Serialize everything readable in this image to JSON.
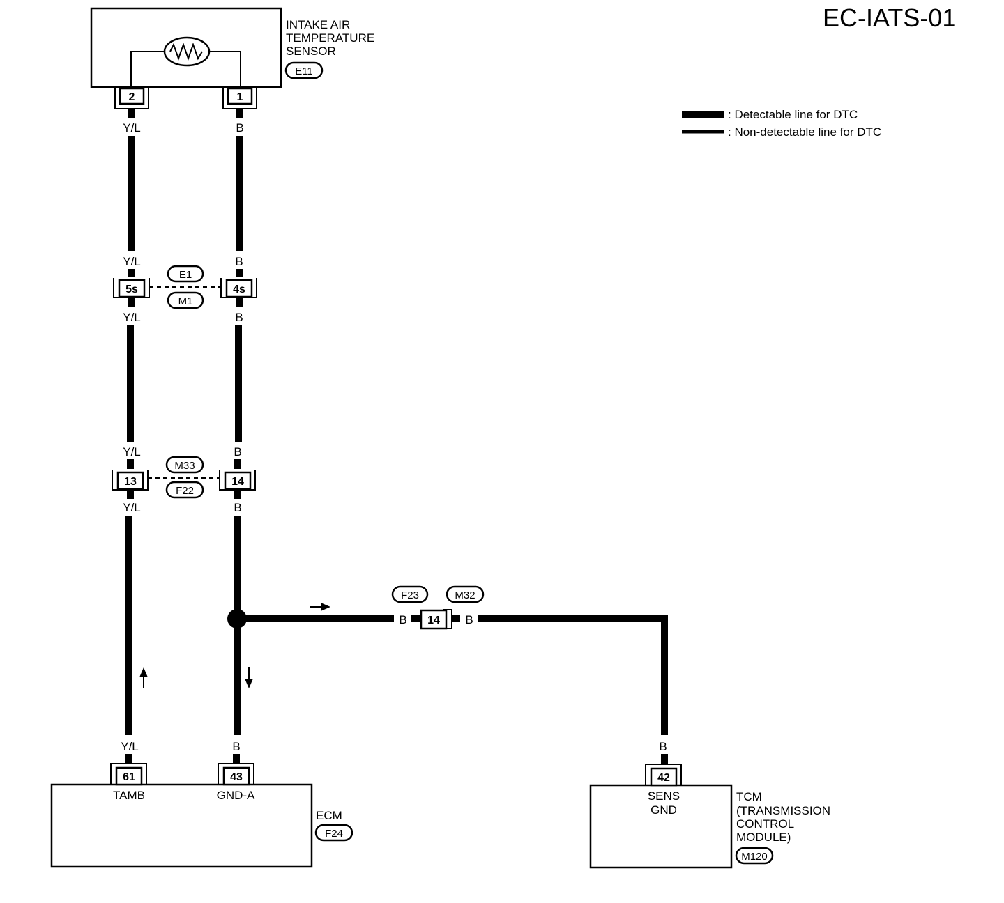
{
  "diagram_id": "EC-IATS-01",
  "legend": {
    "detectable": ": Detectable line for DTC",
    "non_detectable": ": Non-detectable line for DTC"
  },
  "sensor": {
    "name_line1": "INTAKE AIR",
    "name_line2": "TEMPERATURE",
    "name_line3": "SENSOR",
    "connector": "E11",
    "pin_left": "2",
    "pin_right": "1"
  },
  "wires": {
    "left_color": "Y/L",
    "right_color": "B"
  },
  "joint1": {
    "pin_left": "5s",
    "pin_right": "4s",
    "connector_top": "E1",
    "connector_bottom": "M1"
  },
  "joint2": {
    "pin_left": "13",
    "pin_right": "14",
    "connector_top": "M33",
    "connector_bottom": "F22"
  },
  "joint3": {
    "pin": "14",
    "connector_left": "F23",
    "connector_right": "M32",
    "wire_left": "B",
    "wire_right": "B"
  },
  "ecm": {
    "name": "ECM",
    "connector": "F24",
    "pin_left": "61",
    "pin_left_label": "TAMB",
    "pin_right": "43",
    "pin_right_label": "GND-A"
  },
  "tcm": {
    "name_line1": "TCM",
    "name_line2": "(TRANSMISSION",
    "name_line3": "CONTROL",
    "name_line4": "MODULE)",
    "connector": "M120",
    "pin": "42",
    "pin_label_line1": "SENS",
    "pin_label_line2": "GND"
  }
}
